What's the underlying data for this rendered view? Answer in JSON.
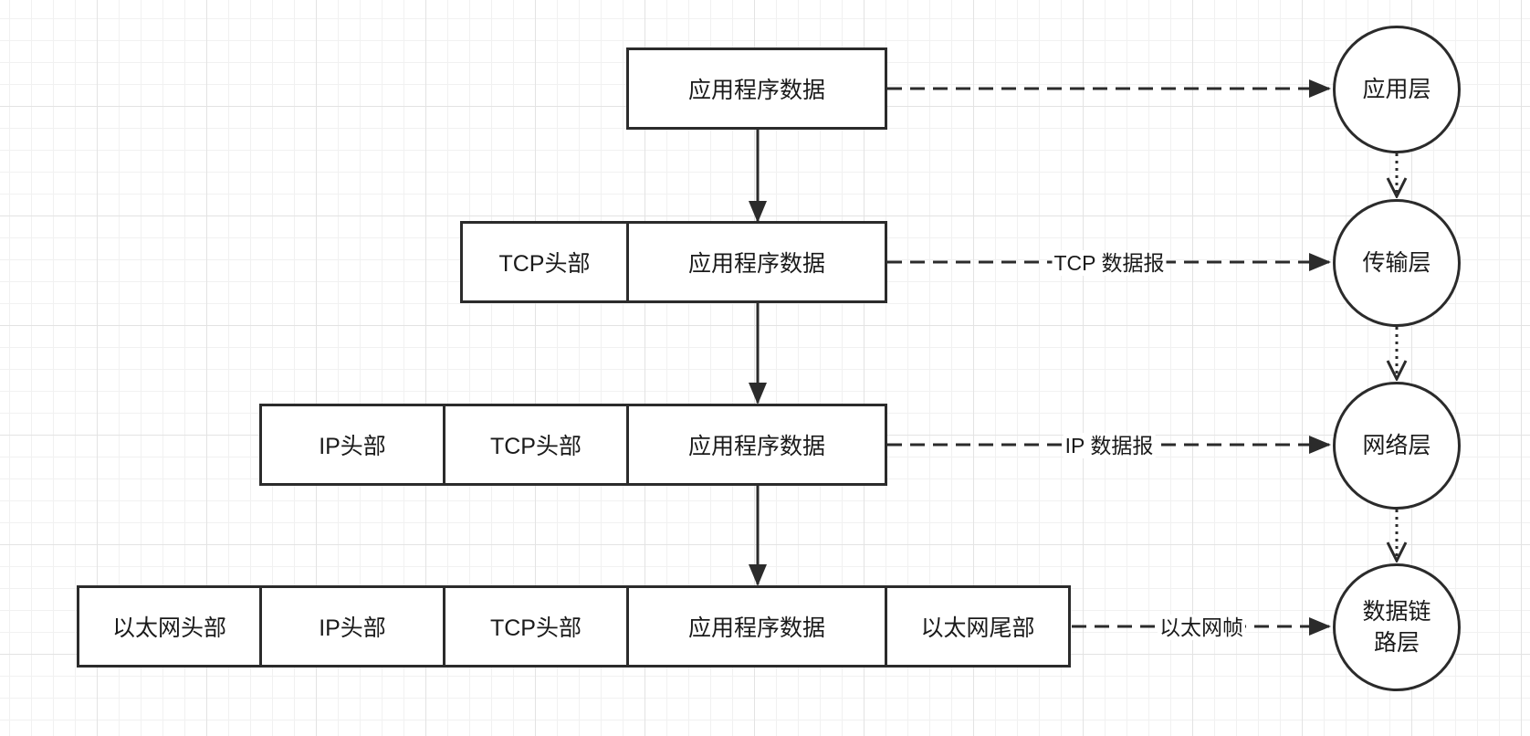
{
  "rows": [
    [
      "应用程序数据"
    ],
    [
      "TCP头部",
      "应用程序数据"
    ],
    [
      "IP头部",
      "TCP头部",
      "应用程序数据"
    ],
    [
      "以太网头部",
      "IP头部",
      "TCP头部",
      "应用程序数据",
      "以太网尾部"
    ]
  ],
  "layers": {
    "app": "应用层",
    "transport": "传输层",
    "network": "网络层",
    "link": "数据链路层"
  },
  "edge_labels": {
    "transport": "TCP 数据报",
    "network": "IP 数据报",
    "link": "以太网帧"
  }
}
